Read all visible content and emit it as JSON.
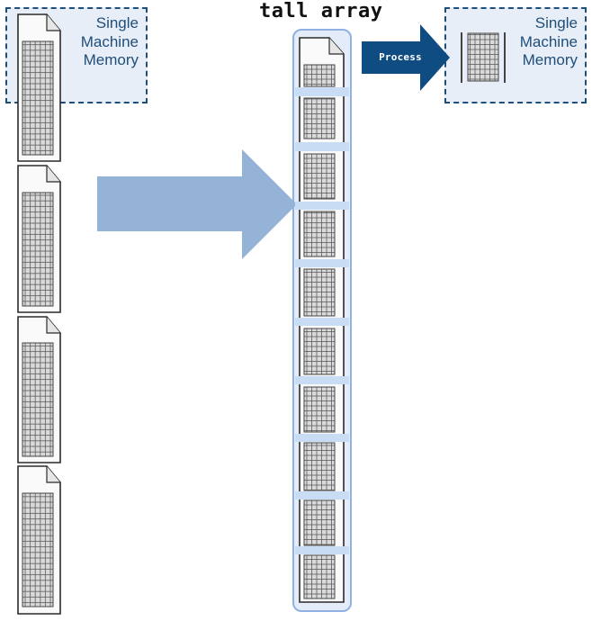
{
  "memory_left": {
    "label": "Single\nMachine\nMemory"
  },
  "memory_right": {
    "label": "Single\nMachine\nMemory"
  },
  "tall_array": {
    "title": "tall array",
    "chunks": 10
  },
  "process_arrow": {
    "label": "Process"
  },
  "files": {
    "count": 4
  },
  "colors": {
    "memory_fill": "#e8eef8",
    "memory_border": "#1f4e79",
    "big_arrow": "#94b3d6",
    "process_arrow": "#0f4c81",
    "tall_frame": "#8fb2e2"
  }
}
